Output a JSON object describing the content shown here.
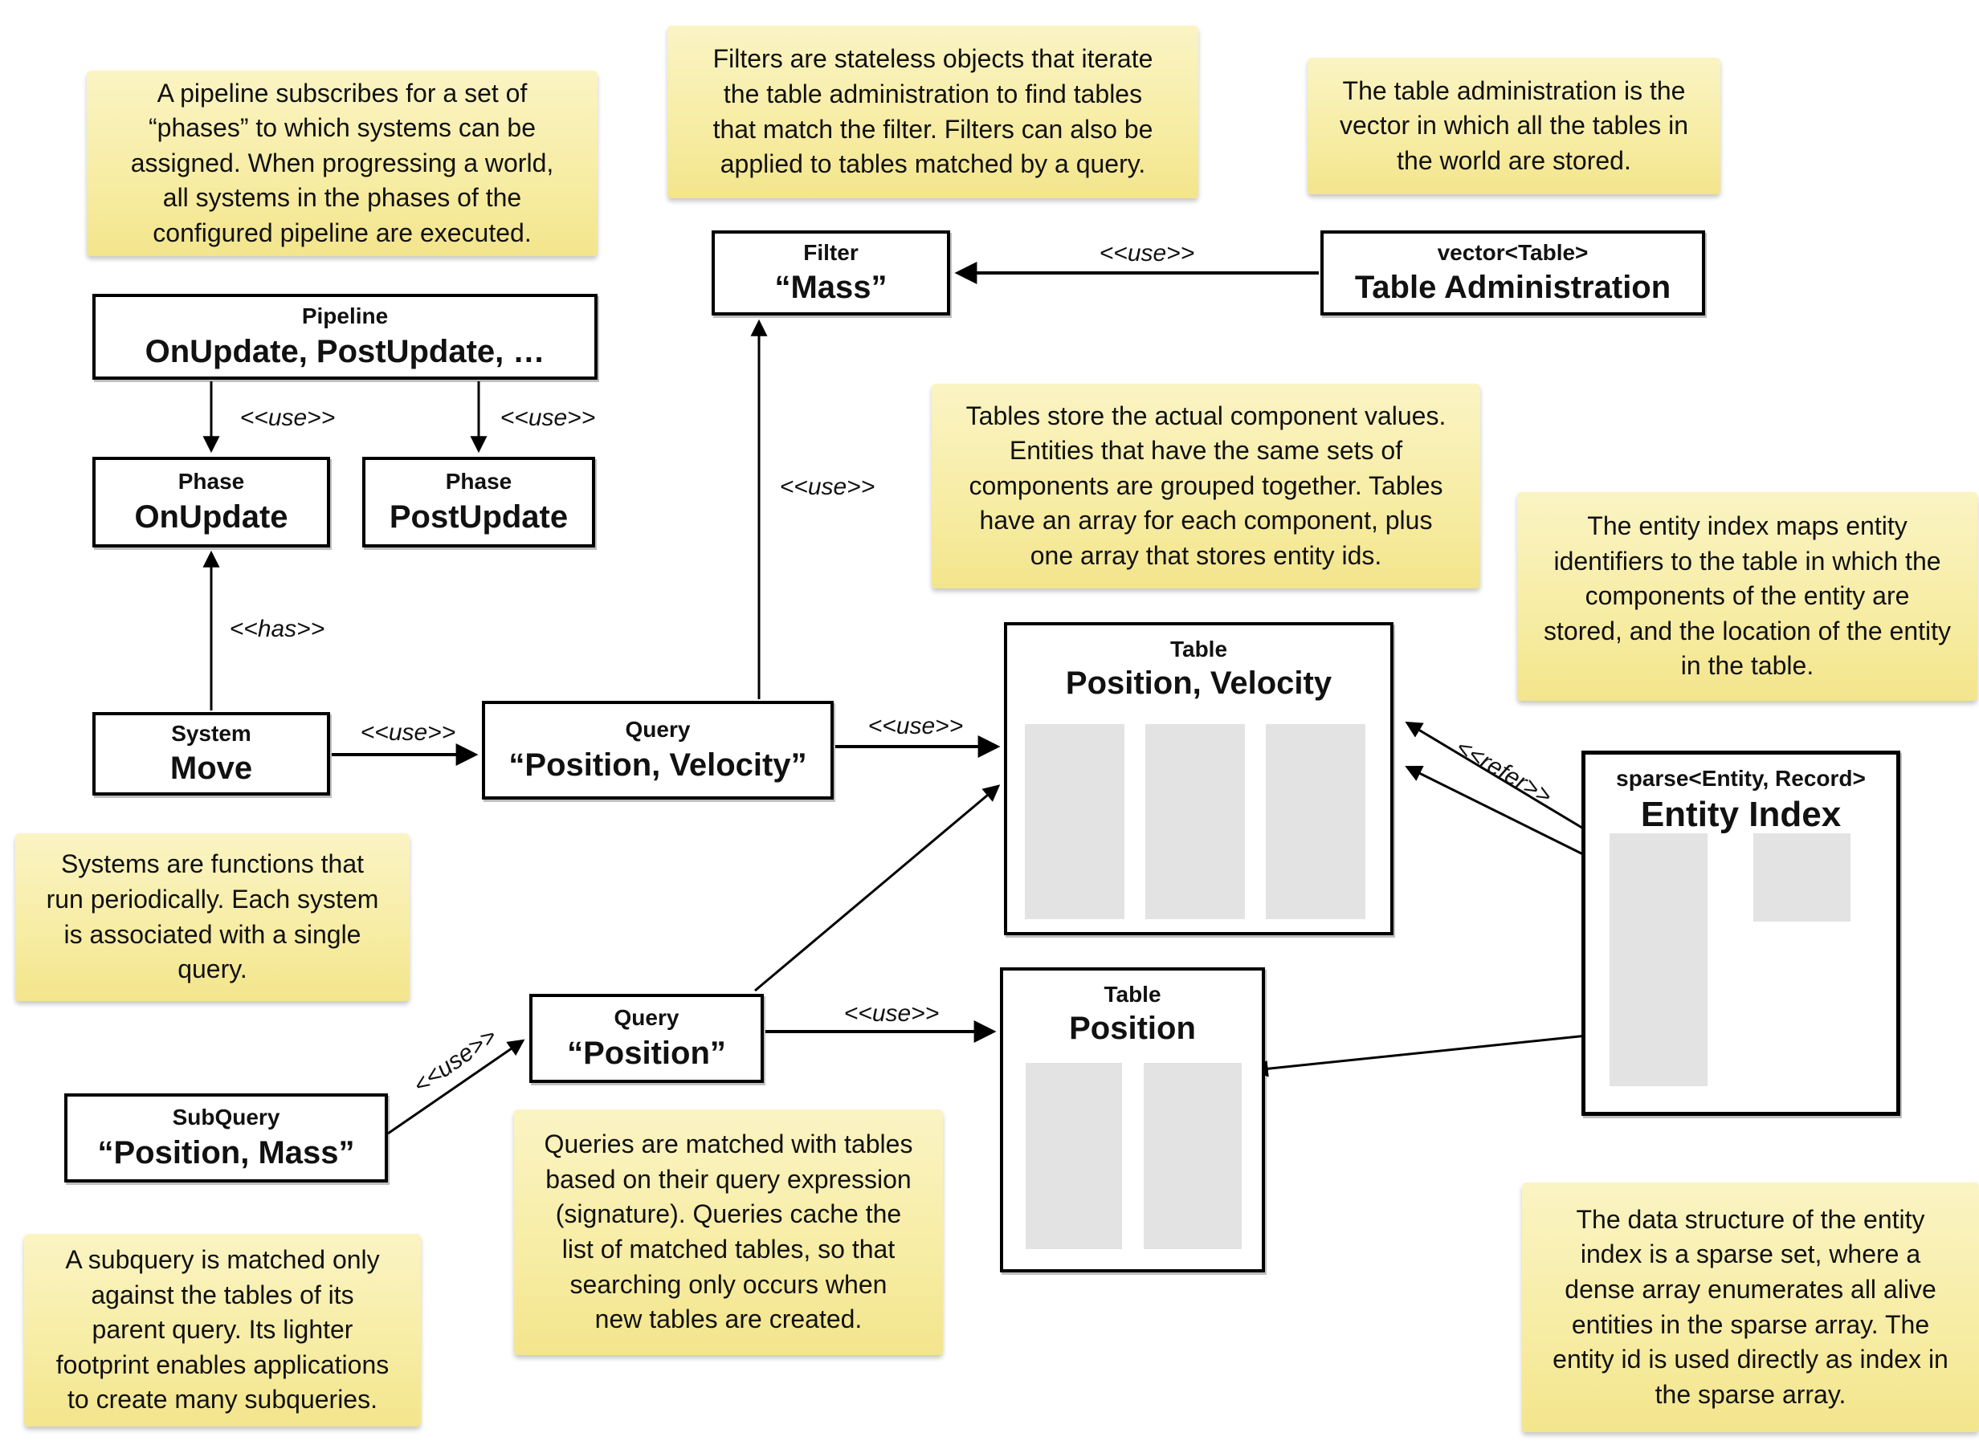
{
  "notes": {
    "pipeline": {
      "text": "A pipeline subscribes for a set of\n“phases” to which systems can be\nassigned. When progressing a world,\nall systems in the phases of the\nconfigured pipeline are executed."
    },
    "filters": {
      "text": "Filters are stateless objects that iterate\nthe table administration to find tables\nthat match the filter. Filters can also be\napplied to tables matched by a query."
    },
    "table_administration": {
      "text": "The table administration is the\nvector in which all the tables in\nthe world are stored."
    },
    "tables": {
      "text": "Tables store the actual component values.\nEntities that have the same sets of\ncomponents are grouped together. Tables\nhave an array for each component, plus\none array that stores entity ids."
    },
    "entity_index": {
      "text": "The entity index maps entity\nidentifiers to the table in which the\ncomponents of the entity are\nstored, and the location of the entity\nin the table."
    },
    "systems": {
      "text": "Systems are functions that\nrun periodically. Each system\nis associated with a single\nquery."
    },
    "queries": {
      "text": "Queries are matched with tables\nbased on their query expression\n(signature). Queries cache the\nlist of matched tables, so that\nsearching only occurs when\nnew tables are created."
    },
    "subquery": {
      "text": "A subquery is matched only\nagainst the tables of its\nparent query. Its lighter\nfootprint enables applications\nto create many subqueries."
    },
    "sparse_set": {
      "text": "The data structure of the entity\nindex is a sparse set, where a\ndense array enumerates all alive\nentities in the sparse array. The\nentity id is used directly as index in\nthe sparse array."
    }
  },
  "boxes": {
    "pipeline": {
      "title": "Pipeline",
      "value": "OnUpdate, PostUpdate, …"
    },
    "phase_onupdate": {
      "title": "Phase",
      "value": "OnUpdate"
    },
    "phase_postupdate": {
      "title": "Phase",
      "value": "PostUpdate"
    },
    "filter_mass": {
      "title": "Filter",
      "value": "“Mass”"
    },
    "table_admin": {
      "title": "vector<Table>",
      "value": "Table Administration"
    },
    "system_move": {
      "title": "System",
      "value": "Move"
    },
    "query_pos_vel": {
      "title": "Query",
      "value": "“Position, Velocity”"
    },
    "query_pos": {
      "title": "Query",
      "value": "“Position”"
    },
    "subquery_pos_mass": {
      "title": "SubQuery",
      "value": "“Position, Mass”"
    },
    "table_pos_vel": {
      "title": "Table",
      "value": "Position, Velocity"
    },
    "table_pos": {
      "title": "Table",
      "value": "Position"
    },
    "entity_index": {
      "title": "sparse<Entity, Record>",
      "value": "Entity Index"
    }
  },
  "edge_labels": {
    "use": "<<use>>",
    "has": "<<has>>",
    "refer": "<<refer>>"
  },
  "colors": {
    "note_yellow": "#f7eda6",
    "column_gray": "#e3e3e3",
    "line_black": "#000000"
  }
}
